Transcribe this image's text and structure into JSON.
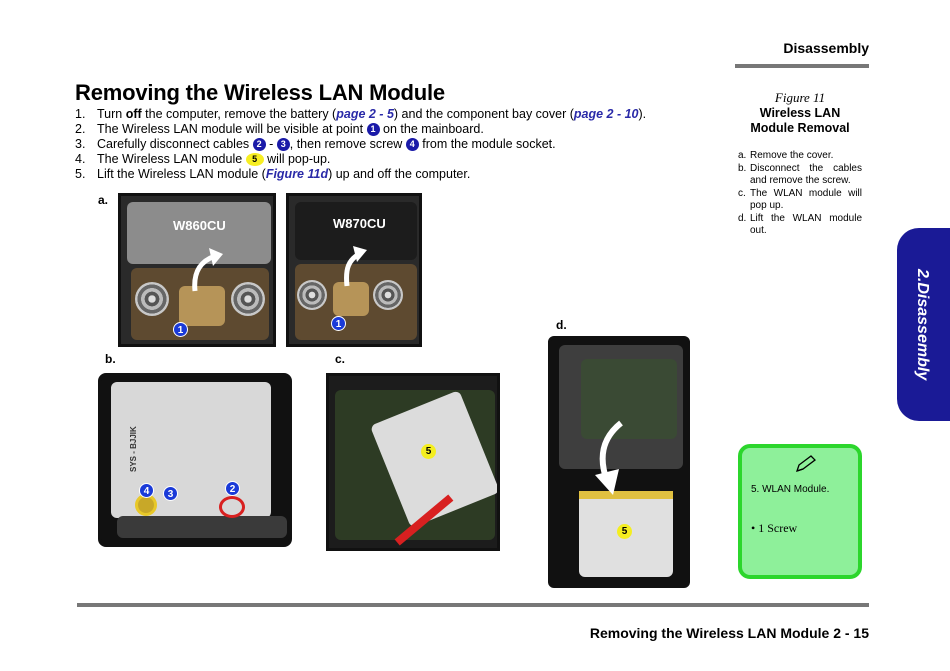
{
  "header": {
    "section": "Disassembly"
  },
  "title": "Removing the Wireless LAN Module",
  "steps": [
    {
      "num": "1.",
      "a": "Turn ",
      "b": "off",
      "c": " the computer, remove the battery (",
      "ref1": "page 2 - 5",
      "d": ") and the component bay cover (",
      "ref2": "page 2 - 10",
      "e": ")."
    },
    {
      "num": "2.",
      "a": "The Wireless LAN module will be visible at point ",
      "badge": "1",
      "b": " on the mainboard."
    },
    {
      "num": "3.",
      "a": "Carefully disconnect cables ",
      "badge1": "2",
      "b": " - ",
      "badge2": "3",
      "c": ", then remove screw ",
      "badge3": "4",
      "d": " from the module socket."
    },
    {
      "num": "4.",
      "a": "The Wireless LAN module ",
      "badge": "5",
      "b": " will pop-up."
    },
    {
      "num": "5.",
      "a": "Lift the Wireless LAN module (",
      "ref": "Figure 11d",
      "b": ") up and off the computer."
    }
  ],
  "figure": {
    "number": "Figure 11",
    "title_line1": "Wireless LAN",
    "title_line2": "Module Removal",
    "notes": [
      {
        "letter": "a.",
        "text": "Remove the cover."
      },
      {
        "letter": "b.",
        "text": "Disconnect the cables and remove the screw."
      },
      {
        "letter": "c.",
        "text": "The WLAN module will pop up."
      },
      {
        "letter": "d.",
        "text": "Lift the WLAN module out."
      }
    ],
    "labels": {
      "a": "a.",
      "b": "b.",
      "c": "c.",
      "d": "d."
    },
    "models": {
      "left": "W860CU",
      "right": "W870CU"
    },
    "callouts": {
      "one": "1",
      "two": "2",
      "three": "3",
      "four": "4",
      "five": "5"
    },
    "sticker_text": "SYS - BJJIK"
  },
  "side_tab": "2.Disassembly",
  "note_box": {
    "item": "5.   WLAN Module.",
    "bullet": "•    1 Screw"
  },
  "footer": {
    "text": "Removing the Wireless LAN Module  2  -  15"
  }
}
